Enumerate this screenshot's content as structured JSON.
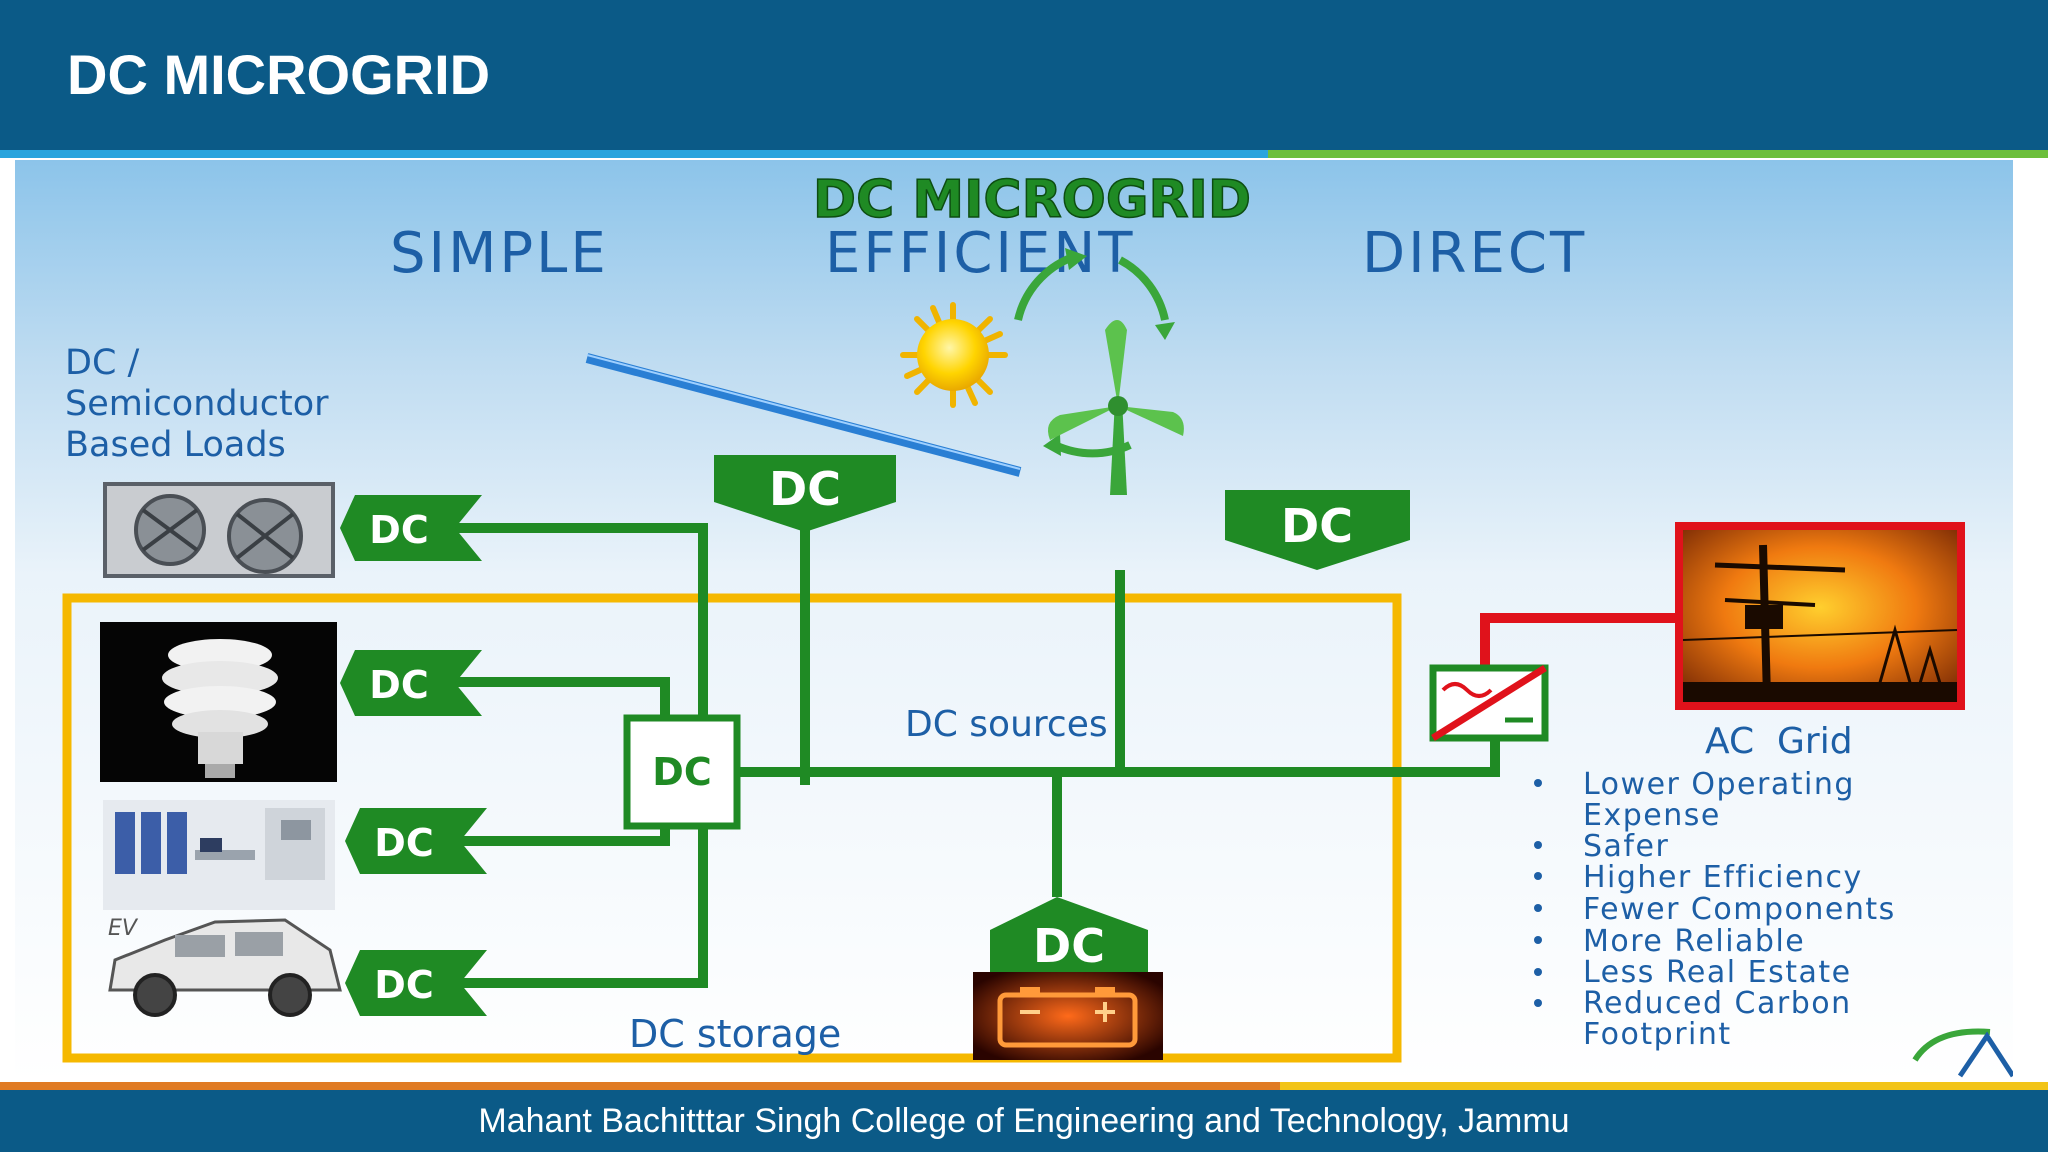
{
  "slide": {
    "title": "DC MICROGRID",
    "footer": "Mahant Bachitttar Singh College of Engineering and Technology, Jammu"
  },
  "figure": {
    "heading": "DC MICROGRID",
    "taglines": [
      "SIMPLE",
      "EFFICIENT",
      "DIRECT"
    ],
    "loads_label": [
      "DC /",
      "Semiconductor",
      "Based Loads"
    ],
    "converter_label": "DC",
    "hub_label": "DC",
    "sources_label": "DC sources",
    "storage_label": "DC storage",
    "ac_grid_label": "AC  Grid",
    "ev_label": "EV",
    "benefits": [
      [
        "Lower Operating",
        "Expense"
      ],
      [
        "Safer"
      ],
      [
        "Higher Efficiency"
      ],
      [
        "Fewer Components"
      ],
      [
        "More Reliable"
      ],
      [
        "Less Real Estate"
      ],
      [
        "Reduced Carbon",
        "Footprint"
      ]
    ],
    "colors": {
      "header": "#0b5a87",
      "line_green": "#1f8a24",
      "box_yellow": "#f5b800",
      "grid_red": "#e0121b",
      "sky_blue": "#8cc4ea"
    }
  }
}
